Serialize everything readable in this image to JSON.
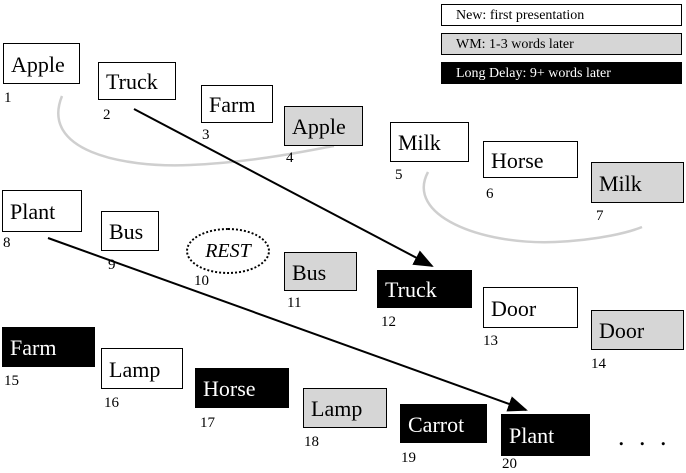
{
  "legend": {
    "new": "New: first presentation",
    "wm": "WM: 1-3 words later",
    "long": "Long  Delay: 9+ words later"
  },
  "colors": {
    "new": "#ffffff",
    "wm": "#d6d6d6",
    "long": "#000000",
    "arc": "#cfcfcf"
  },
  "words": [
    {
      "word": "Apple",
      "index": "1",
      "type": "new"
    },
    {
      "word": "Truck",
      "index": "2",
      "type": "new"
    },
    {
      "word": "Farm",
      "index": "3",
      "type": "new"
    },
    {
      "word": "Apple",
      "index": "4",
      "type": "wm"
    },
    {
      "word": "Milk",
      "index": "5",
      "type": "new"
    },
    {
      "word": "Horse",
      "index": "6",
      "type": "new"
    },
    {
      "word": "Milk",
      "index": "7",
      "type": "wm"
    },
    {
      "word": "Plant",
      "index": "8",
      "type": "new"
    },
    {
      "word": "Bus",
      "index": "9",
      "type": "new"
    },
    {
      "word": "REST",
      "index": "10",
      "type": "rest"
    },
    {
      "word": "Bus",
      "index": "11",
      "type": "wm"
    },
    {
      "word": "Truck",
      "index": "12",
      "type": "long"
    },
    {
      "word": "Door",
      "index": "13",
      "type": "new"
    },
    {
      "word": "Door",
      "index": "14",
      "type": "wm"
    },
    {
      "word": "Farm",
      "index": "15",
      "type": "long"
    },
    {
      "word": "Lamp",
      "index": "16",
      "type": "new"
    },
    {
      "word": "Horse",
      "index": "17",
      "type": "long"
    },
    {
      "word": "Lamp",
      "index": "18",
      "type": "wm"
    },
    {
      "word": "Carrot",
      "index": "19",
      "type": "long"
    },
    {
      "word": "Plant",
      "index": "20",
      "type": "long"
    }
  ],
  "ellipsis": ". . ."
}
